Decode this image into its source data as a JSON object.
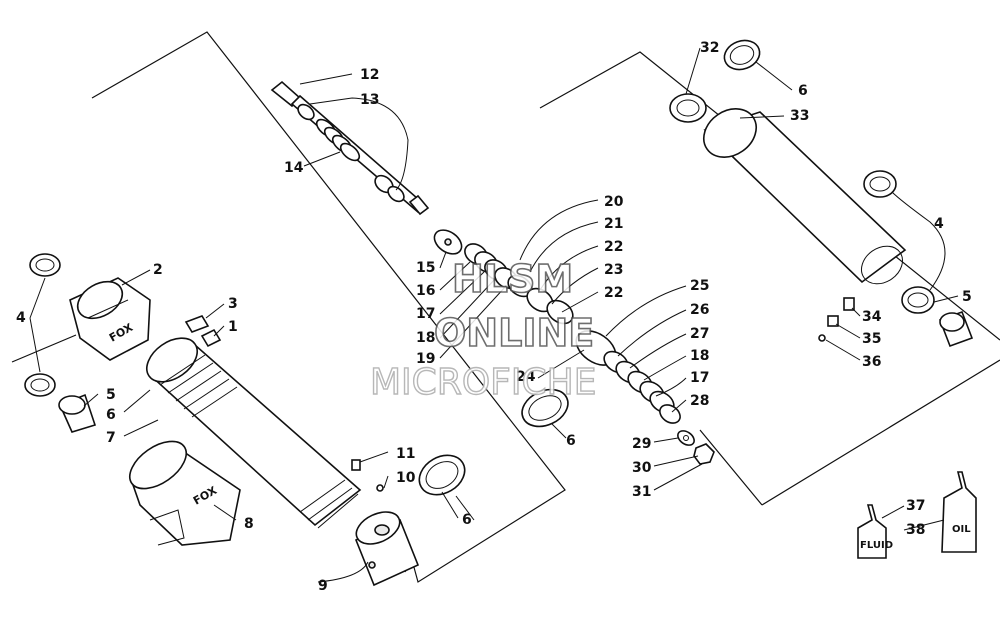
{
  "diagram": {
    "callouts": [
      "1",
      "2",
      "3",
      "4",
      "5",
      "6",
      "7",
      "8",
      "9",
      "10",
      "11",
      "12",
      "13",
      "14",
      "15",
      "16",
      "17",
      "18",
      "19",
      "20",
      "21",
      "22",
      "23",
      "24",
      "25",
      "26",
      "27",
      "28",
      "29",
      "30",
      "31",
      "32",
      "33",
      "34",
      "35",
      "36",
      "37",
      "38"
    ],
    "containers": {
      "fluid_label": "FLUID",
      "oil_label": "OIL"
    },
    "brand_logo": "FOX",
    "watermark": {
      "line1": "HLSM",
      "line2": "ONLINE",
      "line3": "MICROFICHE"
    },
    "colors": {
      "line": "#111111",
      "background": "#ffffff"
    }
  }
}
